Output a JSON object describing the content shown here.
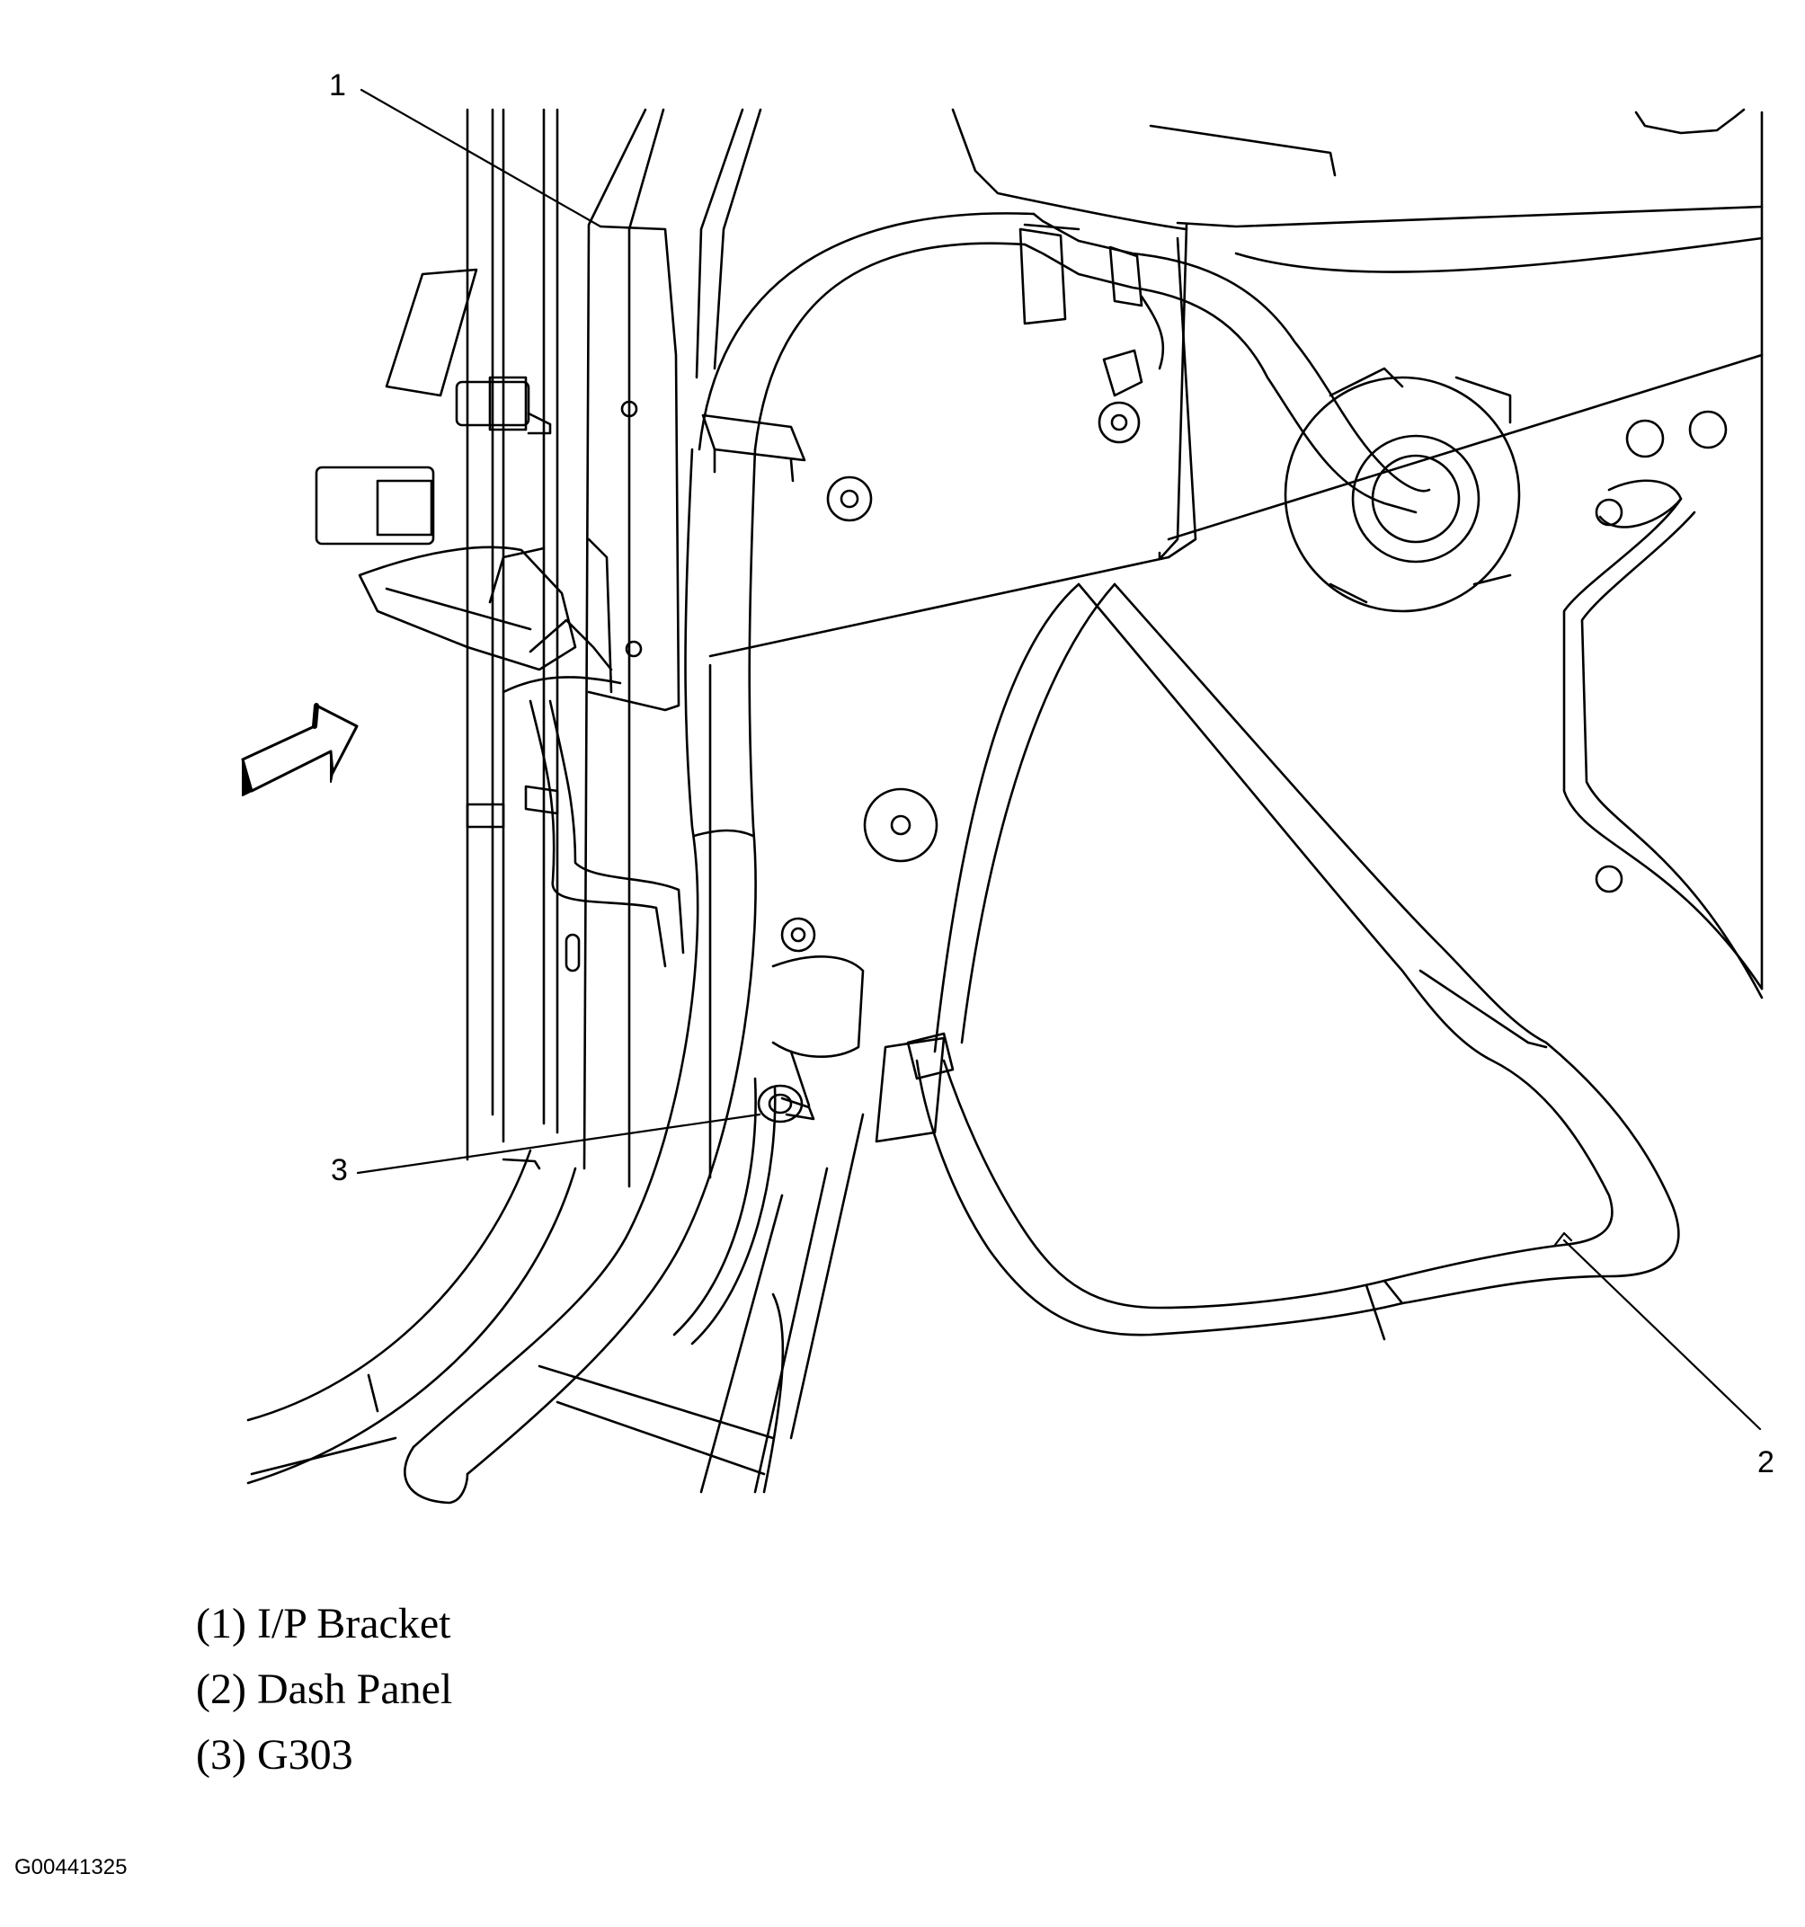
{
  "callouts": {
    "c1": "1",
    "c2": "2",
    "c3": "3"
  },
  "legend": [
    {
      "num": "(1)",
      "label": "I/P Bracket"
    },
    {
      "num": "(2)",
      "label": "Dash Panel"
    },
    {
      "num": "(3)",
      "label": "G303"
    }
  ],
  "figure_id": "G00441325",
  "line_color": "#000000",
  "background": "#ffffff"
}
